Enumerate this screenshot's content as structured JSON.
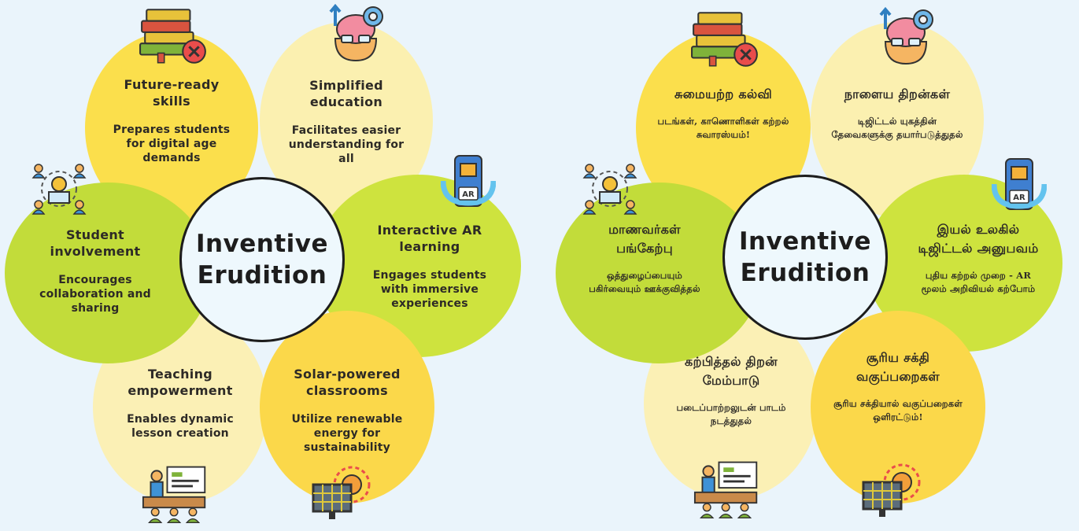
{
  "diagrams": [
    {
      "center": {
        "line1": "Inventive",
        "line2": "Erudition"
      },
      "petals": [
        {
          "title": "Future-ready skills",
          "description": "Prepares students for digital age demands"
        },
        {
          "title": "Simplified education",
          "description": "Facilitates easier understanding for all"
        },
        {
          "title": "Interactive AR learning",
          "description": "Engages students with immersive experiences"
        },
        {
          "title": "Solar-powered classrooms",
          "description": "Utilize renewable energy for sustainability"
        },
        {
          "title": "Teaching empowerment",
          "description": "Enables dynamic lesson creation"
        },
        {
          "title": "Student involvement",
          "description": "Encourages collaboration and sharing"
        }
      ]
    },
    {
      "center": {
        "line1": "Inventive",
        "line2": "Erudition"
      },
      "petals": [
        {
          "title": "சுமையற்ற கல்வி",
          "description": "படங்கள், காணொளிகள் கற்றல் சுவாரஸ்யம்!"
        },
        {
          "title": "நாளைய திறன்கள்",
          "description": "டிஜிட்டல் யுகத்தின் தேவைகளுக்கு தயார்படுத்துதல்"
        },
        {
          "title": "இயல் உலகில் டிஜிட்டல் அனுபவம்",
          "description": "புதிய கற்றல் முறை - AR மூலம் அறிவியல் கற்போம்"
        },
        {
          "title": "சூரிய சக்தி வகுப்பறைகள்",
          "description": "சூரிய சக்தியால் வகுப்பறைகள் ஒளிரட்டும்!"
        },
        {
          "title": "கற்பித்தல் திறன் மேம்பாடு",
          "description": "படைப்பாற்றலுடன் பாடம் நடத்துதல்"
        },
        {
          "title": "மாணவர்கள் பங்கேற்பு",
          "description": "ஒத்துழைப்பையும் பகிர்வையும் ஊக்குவித்தல்"
        }
      ]
    }
  ],
  "icons": [
    "books-icon",
    "brain-gear-icon",
    "ar-phone-icon",
    "solar-panel-icon",
    "teacher-class-icon",
    "student-collaboration-icon"
  ],
  "colors": {
    "background": "#eaf4fb",
    "petal_yellow": "#fbdf4c",
    "petal_pale_yellow": "#fbf0b0",
    "petal_lime": "#cee33e",
    "center_fill": "#eef8fd",
    "text": "#2d2a26"
  }
}
